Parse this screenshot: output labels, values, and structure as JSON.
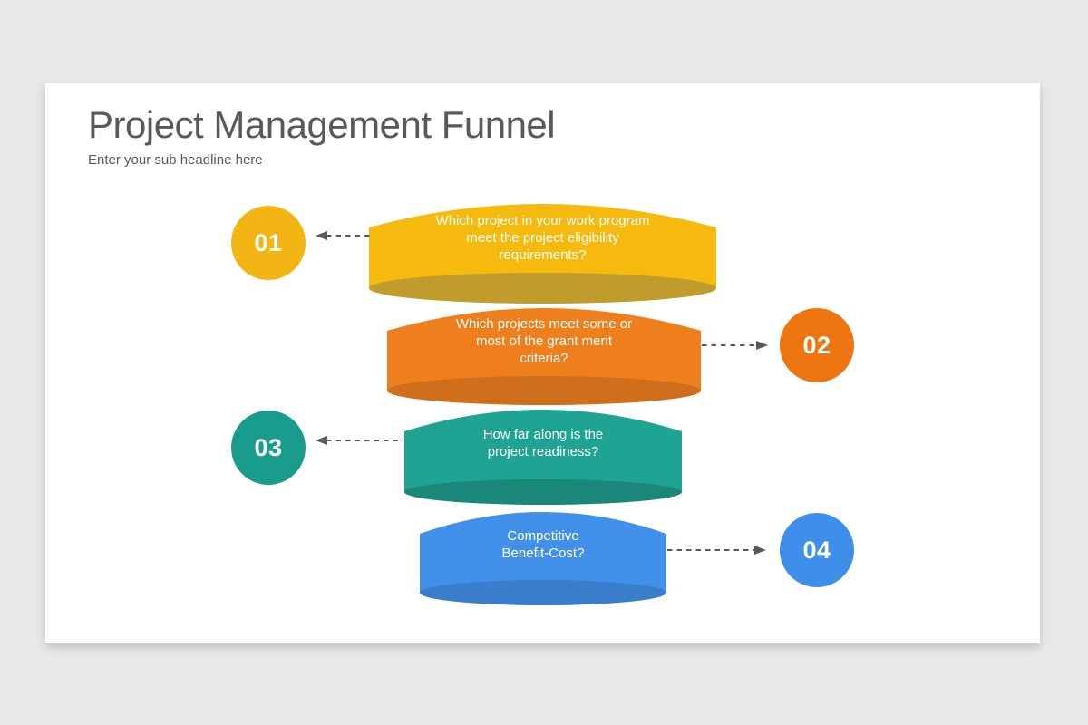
{
  "slide": {
    "title": "Project Management Funnel",
    "subtitle": "Enter your sub headline here"
  },
  "theme": {
    "page_background": "#e9e8e6",
    "card_background": "#ffffff",
    "title_color": "#58595b",
    "subtitle_color": "#595959",
    "connector_color": "#595959",
    "stage_text_color": "#ffffff"
  },
  "stages": [
    {
      "number": "01",
      "question": "Which project in your work program\nmeet the project eligibility\nrequirements?",
      "body_color": "#f6b90e",
      "base_color": "#bf9c2b",
      "badge_color": "#f2b514",
      "side": "left"
    },
    {
      "number": "02",
      "question": "Which projects meet some or\nmost of the grant merit\ncriteria?",
      "body_color": "#ef7e1d",
      "base_color": "#cf6f1c",
      "badge_color": "#ee7611",
      "side": "right"
    },
    {
      "number": "03",
      "question": "How far along is the\nproject readiness?",
      "body_color": "#1fa392",
      "base_color": "#1b8779",
      "badge_color": "#199c8c",
      "side": "left"
    },
    {
      "number": "04",
      "question": "Competitive\nBenefit-Cost?",
      "body_color": "#4190ea",
      "base_color": "#3a7dcb",
      "badge_color": "#3e8fe9",
      "side": "right"
    }
  ]
}
